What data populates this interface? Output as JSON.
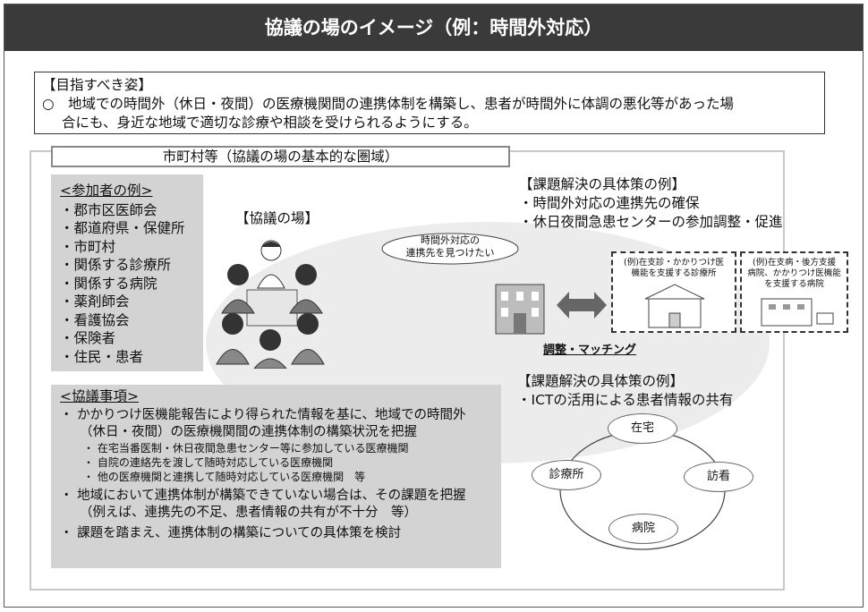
{
  "title": "協議の場のイメージ（例：時間外対応）",
  "goal": {
    "heading": "【目指すべき姿】",
    "line1": "○　地域での時間外（休日・夜間）の医療機関間の連携体制を構築し、患者が時間外に体調の悪化等があった場",
    "line2": "合にも、身近な地域で適切な診療や相談を受けられるようにする。"
  },
  "region_label": "市町村等（協議の場の基本的な圏域）",
  "participants": {
    "heading": "<参加者の例>",
    "items": [
      "・郡市区医師会",
      "・都道府県・保健所",
      "・市町村",
      "・関係する診療所",
      "・関係する病院",
      "・薬剤師会",
      "・看護協会",
      "・保険者",
      "・住民・患者"
    ]
  },
  "kyogi_label": "【協議の場】",
  "matters": {
    "heading": "<協議事項>",
    "item1": "・ かかりつけ医機能報告により得られた情報を基に、地域での時間外",
    "item1b": "（休日・夜間）の医療機関間の連携体制の構築状況を把握",
    "subs": [
      "・ 在宅当番医制・休日夜間急患センター等に参加している医療機関",
      "・ 自院の連絡先を渡して随時対応している医療機関",
      "・ 他の医療機関と連携して随時対応している医療機関　等"
    ],
    "item2": "・ 地域において連携体制が構築できていない場合は、その課題を把握",
    "item2b": "（例えば、連携先の不足、患者情報の共有が不十分　等）",
    "item3": "・ 課題を踏まえ、連携体制の構築についての具体策を検討"
  },
  "kadai1": {
    "heading": "【課題解決の具体策の例】",
    "items": [
      "・時間外対応の連携先の確保",
      "・休日夜間急患センターの参加調整・促進"
    ]
  },
  "cloud": {
    "line1": "時間外対応の",
    "line2": "連携先を見つけたい"
  },
  "box_a": {
    "line1": "(例)在支診・かかりつけ医",
    "line2": "機能を支援する診療所"
  },
  "box_b": {
    "line1": "(例)在支病・後方支援",
    "line2": "病院、かかりつけ医機能",
    "line3": "を支援する病院"
  },
  "chousei": "調整・マッチング",
  "kadai2": {
    "heading": "【課題解決の具体策の例】",
    "item": "・ICTの活用による患者情報の共有"
  },
  "nodes": {
    "top": "在宅",
    "left": "診療所",
    "right": "訪看",
    "bottom": "病院"
  }
}
